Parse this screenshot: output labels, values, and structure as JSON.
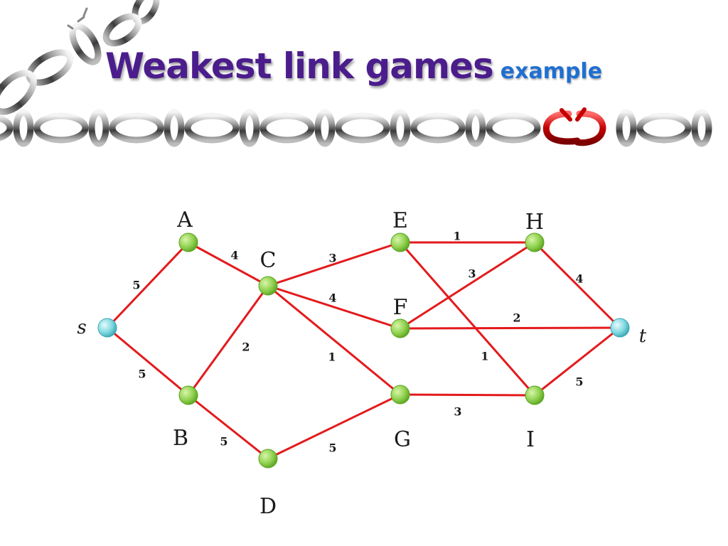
{
  "slide": {
    "title": "Weakest link games",
    "subtitle": "example"
  },
  "colors": {
    "edge": "#e31a1c",
    "node_green": "#8fd14f",
    "node_cyan": "#7fd8e0",
    "title": "#4b1d8c",
    "subtitle": "#1f6fd1",
    "broken_link": "#d11a1a"
  },
  "graph": {
    "nodes": [
      {
        "id": "s",
        "label": "s",
        "kind": "terminal"
      },
      {
        "id": "A",
        "label": "A",
        "kind": "inner"
      },
      {
        "id": "B",
        "label": "B",
        "kind": "inner"
      },
      {
        "id": "C",
        "label": "C",
        "kind": "inner"
      },
      {
        "id": "D",
        "label": "D",
        "kind": "inner"
      },
      {
        "id": "E",
        "label": "E",
        "kind": "inner"
      },
      {
        "id": "F",
        "label": "F",
        "kind": "inner"
      },
      {
        "id": "G",
        "label": "G",
        "kind": "inner"
      },
      {
        "id": "H",
        "label": "H",
        "kind": "inner"
      },
      {
        "id": "I",
        "label": "I",
        "kind": "inner"
      },
      {
        "id": "t",
        "label": "t",
        "kind": "terminal"
      }
    ],
    "edges": [
      {
        "from": "s",
        "to": "A",
        "weight": "5"
      },
      {
        "from": "s",
        "to": "B",
        "weight": "5"
      },
      {
        "from": "A",
        "to": "C",
        "weight": "4"
      },
      {
        "from": "B",
        "to": "C",
        "weight": "2"
      },
      {
        "from": "B",
        "to": "D",
        "weight": "5"
      },
      {
        "from": "C",
        "to": "E",
        "weight": "3"
      },
      {
        "from": "C",
        "to": "F",
        "weight": "4"
      },
      {
        "from": "C",
        "to": "G",
        "weight": "1"
      },
      {
        "from": "D",
        "to": "G",
        "weight": "5"
      },
      {
        "from": "E",
        "to": "H",
        "weight": "1"
      },
      {
        "from": "E",
        "to": "I",
        "weight": "1"
      },
      {
        "from": "F",
        "to": "H",
        "weight": "3"
      },
      {
        "from": "F",
        "to": "t",
        "weight": "2"
      },
      {
        "from": "G",
        "to": "I",
        "weight": "3"
      },
      {
        "from": "H",
        "to": "t",
        "weight": "4"
      },
      {
        "from": "I",
        "to": "t",
        "weight": "5"
      }
    ]
  }
}
